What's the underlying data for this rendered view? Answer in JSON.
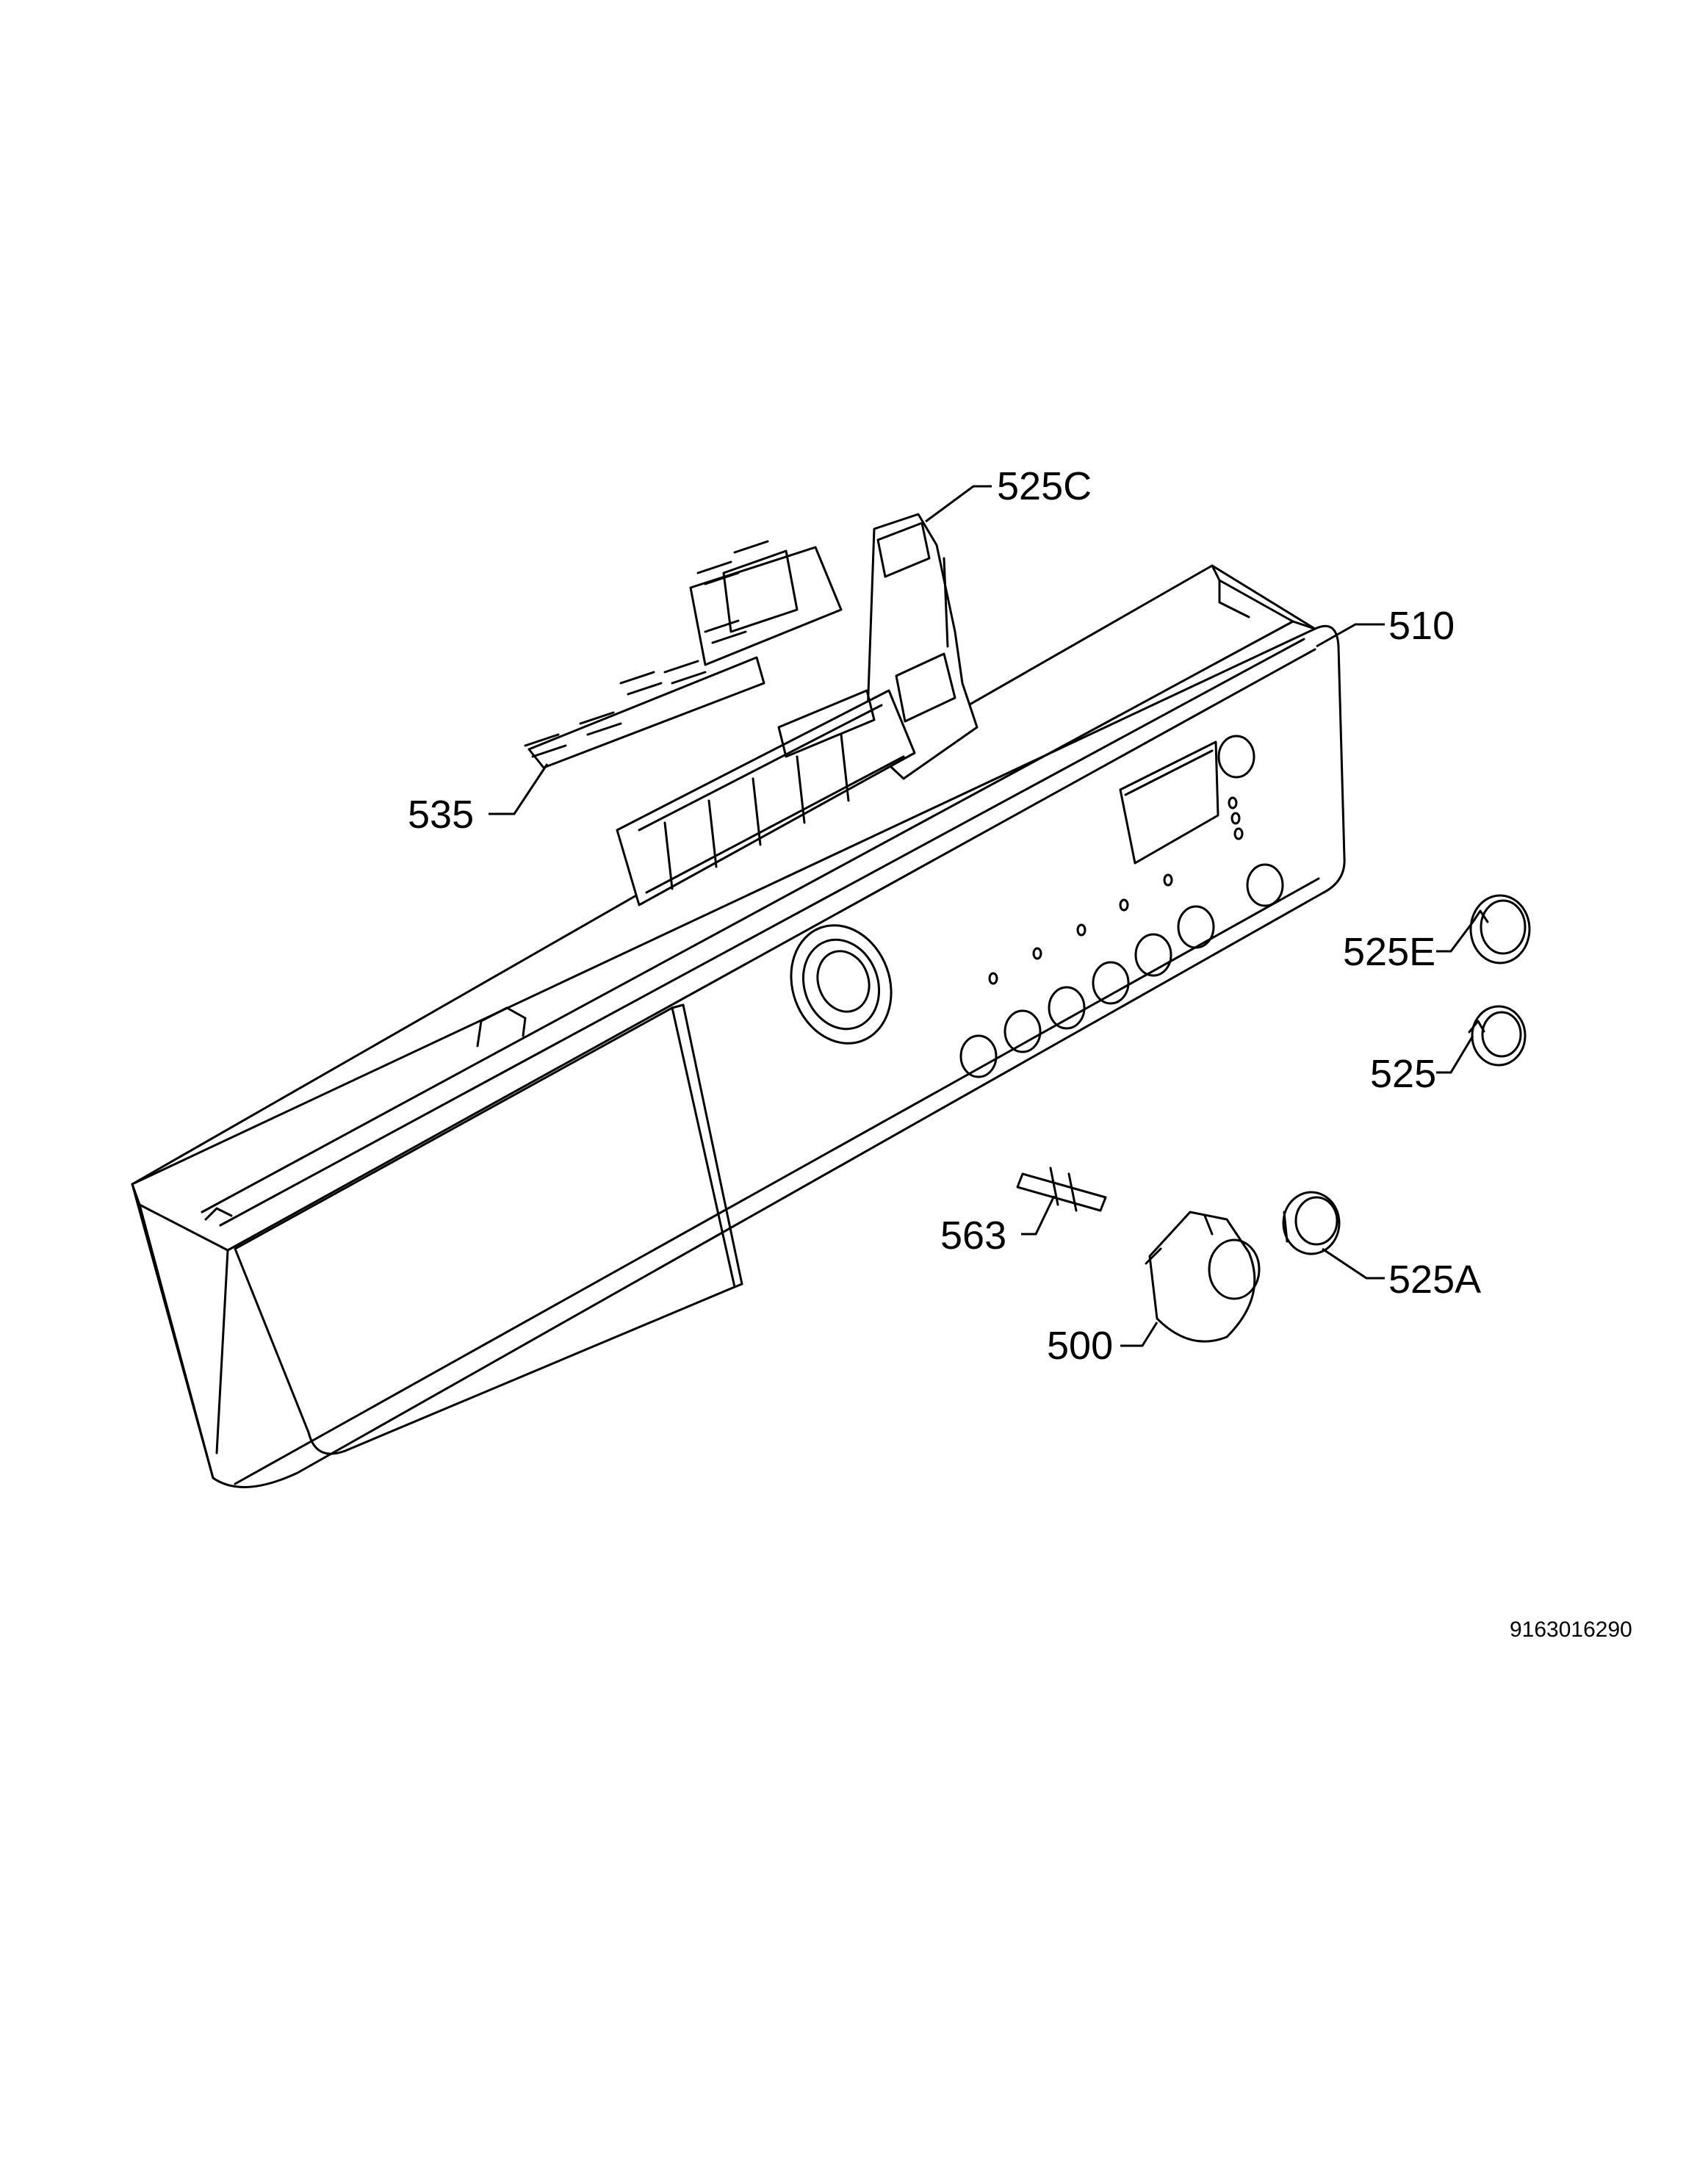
{
  "diagram": {
    "callouts": {
      "525C": "525C",
      "510": "510",
      "535": "535",
      "525E": "525E",
      "525": "525",
      "563": "563",
      "525A": "525A",
      "500": "500"
    },
    "document_number": "9163016290"
  }
}
